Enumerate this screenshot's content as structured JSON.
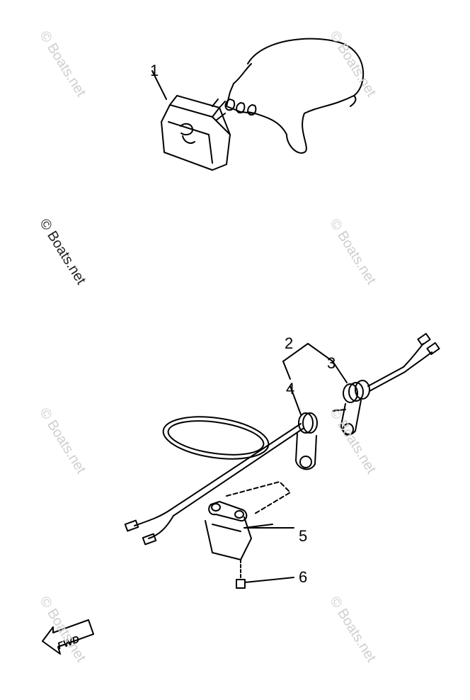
{
  "watermarks": {
    "text": "© Boats.net"
  },
  "callouts": {
    "c1": "1",
    "c2": "2",
    "c3": "3",
    "c4": "4",
    "c5": "5",
    "c6": "6"
  },
  "fwd_label": "FWD",
  "colors": {
    "line": "#000000",
    "watermark_light": "#cfcfcf",
    "watermark_dark": "#222222"
  }
}
